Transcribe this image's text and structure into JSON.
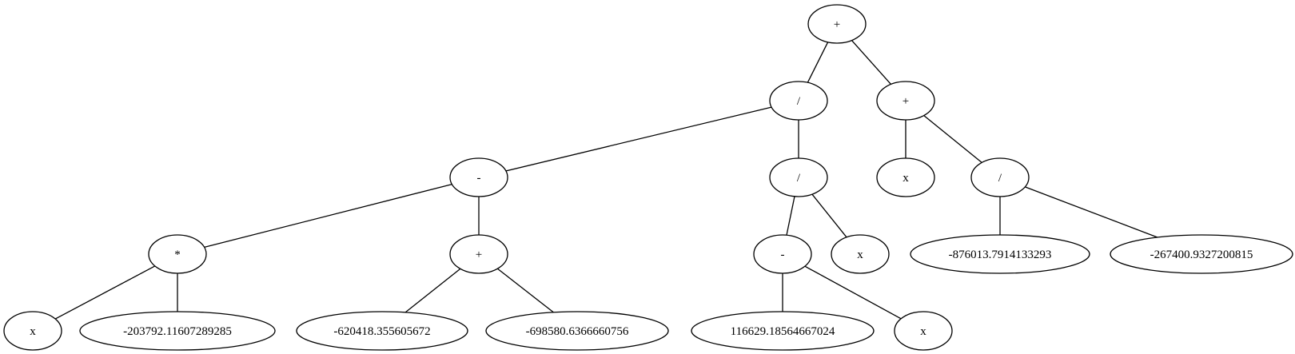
{
  "diagram": {
    "type": "expression-tree",
    "colors": {
      "background": "#ffffff",
      "stroke": "#000000",
      "text": "#000000"
    },
    "nodes": [
      {
        "id": "n0",
        "label": "+"
      },
      {
        "id": "n1",
        "label": "/"
      },
      {
        "id": "n2",
        "label": "+"
      },
      {
        "id": "n3",
        "label": "-"
      },
      {
        "id": "n4",
        "label": "/"
      },
      {
        "id": "n5",
        "label": "x"
      },
      {
        "id": "n6",
        "label": "/"
      },
      {
        "id": "n7",
        "label": "*"
      },
      {
        "id": "n8",
        "label": "+"
      },
      {
        "id": "n9",
        "label": "-"
      },
      {
        "id": "n10",
        "label": "x"
      },
      {
        "id": "n11",
        "label": "-876013.7914133293"
      },
      {
        "id": "n12",
        "label": "-267400.9327200815"
      },
      {
        "id": "n13",
        "label": "x"
      },
      {
        "id": "n14",
        "label": "-203792.11607289285"
      },
      {
        "id": "n15",
        "label": "-620418.355605672"
      },
      {
        "id": "n16",
        "label": "-698580.6366660756"
      },
      {
        "id": "n17",
        "label": "116629.18564667024"
      },
      {
        "id": "n18",
        "label": "x"
      }
    ],
    "edges": [
      [
        "n0",
        "n1"
      ],
      [
        "n0",
        "n2"
      ],
      [
        "n1",
        "n3"
      ],
      [
        "n1",
        "n4"
      ],
      [
        "n2",
        "n5"
      ],
      [
        "n2",
        "n6"
      ],
      [
        "n3",
        "n7"
      ],
      [
        "n3",
        "n8"
      ],
      [
        "n4",
        "n9"
      ],
      [
        "n4",
        "n10"
      ],
      [
        "n6",
        "n11"
      ],
      [
        "n6",
        "n12"
      ],
      [
        "n7",
        "n13"
      ],
      [
        "n7",
        "n14"
      ],
      [
        "n8",
        "n15"
      ],
      [
        "n8",
        "n16"
      ],
      [
        "n9",
        "n17"
      ],
      [
        "n9",
        "n18"
      ]
    ]
  }
}
